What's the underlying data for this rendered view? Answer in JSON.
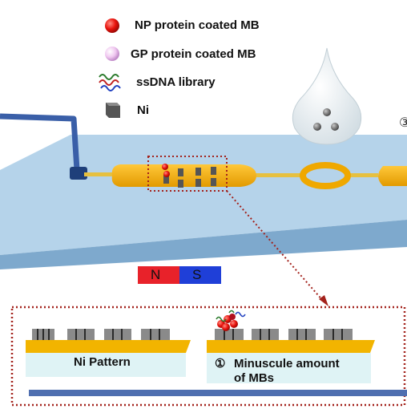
{
  "legend": {
    "np_label": "NP protein coated MB",
    "gp_label": "GP protein coated MB",
    "ssdna_label": "ssDNA library",
    "ni_label": "Ni"
  },
  "magnet": {
    "north": "N",
    "south": "S",
    "north_color": "#e8222a",
    "south_color": "#1f3fd8"
  },
  "panels": {
    "left_label": "Ni Pattern",
    "right_marker": "①",
    "right_line1": "Minuscule amount",
    "right_line2": "of MBs"
  },
  "colors": {
    "chip": "#b7d4ea",
    "channel": "#f0a800",
    "tube": "#3a5fa8",
    "zoom_border": "#a3221c",
    "ni_block": "#8a8a8a"
  }
}
